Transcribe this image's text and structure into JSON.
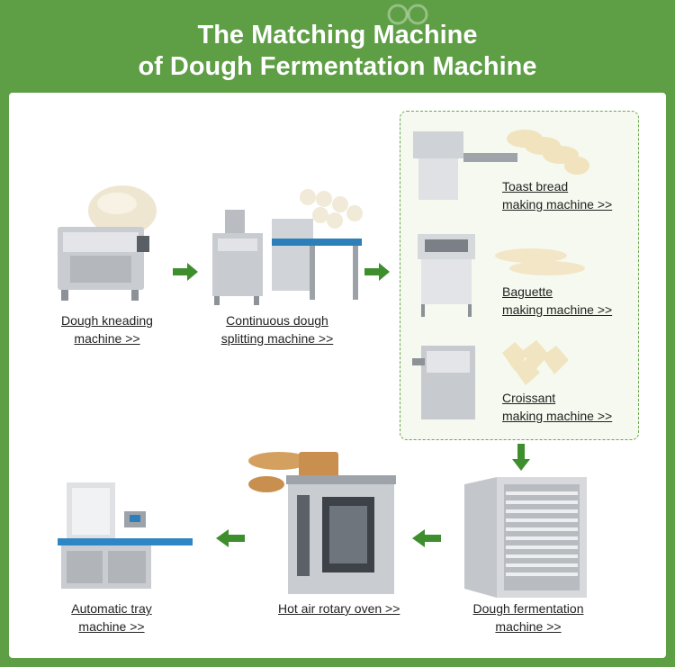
{
  "title": {
    "line1": "The Matching Machine",
    "line2": "of Dough Fermentation Machine"
  },
  "colors": {
    "background": "#5e9e45",
    "arrow": "#3e8e2e",
    "group_border": "#6aa84f"
  },
  "machines": {
    "kneading": {
      "line1": "Dough kneading",
      "line2": "machine >>"
    },
    "splitting": {
      "line1": "Continuous dough",
      "line2": "splitting machine >>"
    },
    "toast": {
      "line1": "Toast bread",
      "line2": "making machine >>"
    },
    "baguette": {
      "line1": "Baguette",
      "line2": "making machine >>"
    },
    "croissant": {
      "line1": "Croissant",
      "line2": "making machine >>"
    },
    "fermentation": {
      "line1": "Dough fermentation",
      "line2": "machine >>"
    },
    "oven": {
      "line1": "Hot air rotary oven >>"
    },
    "tray": {
      "line1": "Automatic tray",
      "line2": "machine >>"
    }
  },
  "icons": [
    "arrow-right-icon",
    "arrow-down-icon",
    "arrow-left-icon"
  ]
}
